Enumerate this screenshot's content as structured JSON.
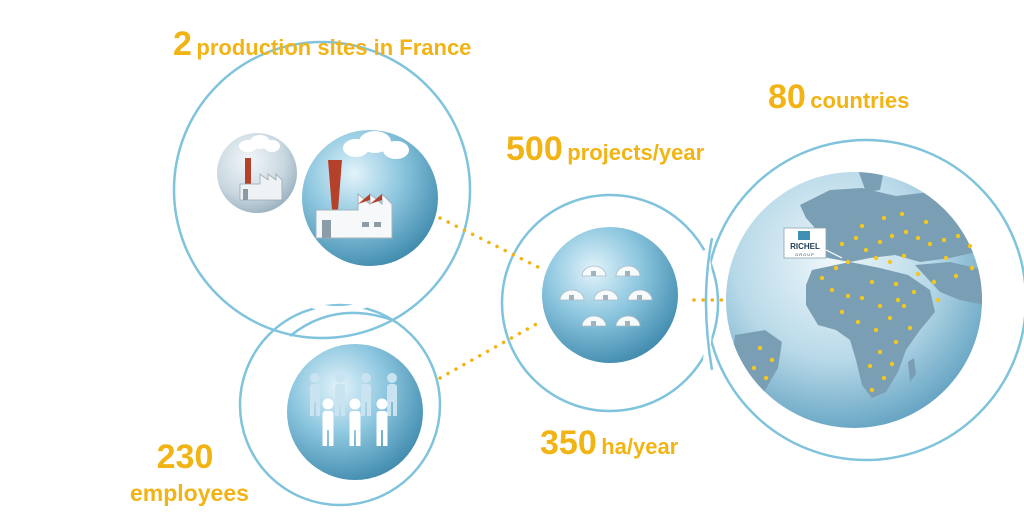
{
  "stats": {
    "sites": {
      "number": "2",
      "text": "production sites in France"
    },
    "countries": {
      "number": "80",
      "text": "countries"
    },
    "projects": {
      "number": "500",
      "text": "projects/year"
    },
    "hectares": {
      "number": "350",
      "text": "ha/year"
    },
    "employees": {
      "number": "230",
      "text": "employees"
    }
  },
  "logo": {
    "name": "RICHEL",
    "tagline": "GROUP"
  },
  "colors": {
    "accent": "#f2b415",
    "outline": "#7fc3dc",
    "circle_light": "#bfe3f1",
    "circle_dark": "#3e8fb3",
    "land": "#7a9fb5",
    "chimney": "#b5412a"
  },
  "icons": [
    "factory-icon",
    "greenhouse-icon",
    "people-icon",
    "globe-icon"
  ]
}
